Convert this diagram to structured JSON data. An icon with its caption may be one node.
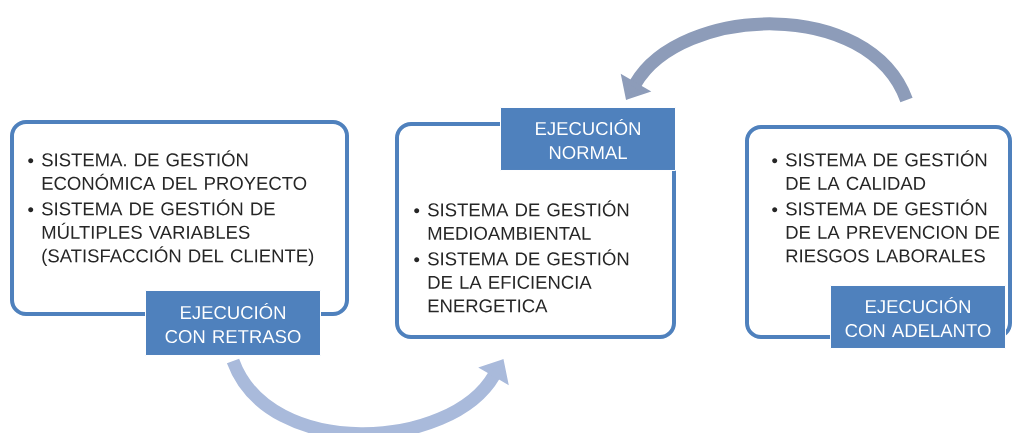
{
  "diagram": {
    "nodes": [
      {
        "text": [
          "SISTEMA. DE GESTIÓN ECONÓMICA DEL PROYECTO",
          "SISTEMA DE GESTIÓN DE MÚLTIPLES VARIABLES (SATISFACCIÓN DEL CLIENTE)"
        ]
      },
      {
        "text": [
          "EJECUCIÓN CON RETRASO"
        ]
      },
      {
        "text": [
          "SISTEMA DE GESTIÓN MEDIOAMBIENTAL",
          "SISTEMA DE GESTIÓN DE LA EFICIENCIA ENERGETICA"
        ]
      },
      {
        "text": [
          "EJECUCIÓN NORMAL"
        ]
      },
      {
        "text": [
          "SISTEMA DE GESTIÓN DE LA CALIDAD",
          "SISTEMA DE GESTIÓN DE LA PREVENCION DE RIESGOS LABORALES"
        ]
      },
      {
        "text": [
          "EJECUCIÓN CON ADELANTO"
        ]
      }
    ],
    "edges": [
      {
        "from": 1,
        "to": 2,
        "arrow": "to",
        "color": "#a9badb"
      },
      {
        "from": 4,
        "to": 3,
        "arrow": "to",
        "color": "#8d9cb9"
      }
    ]
  }
}
